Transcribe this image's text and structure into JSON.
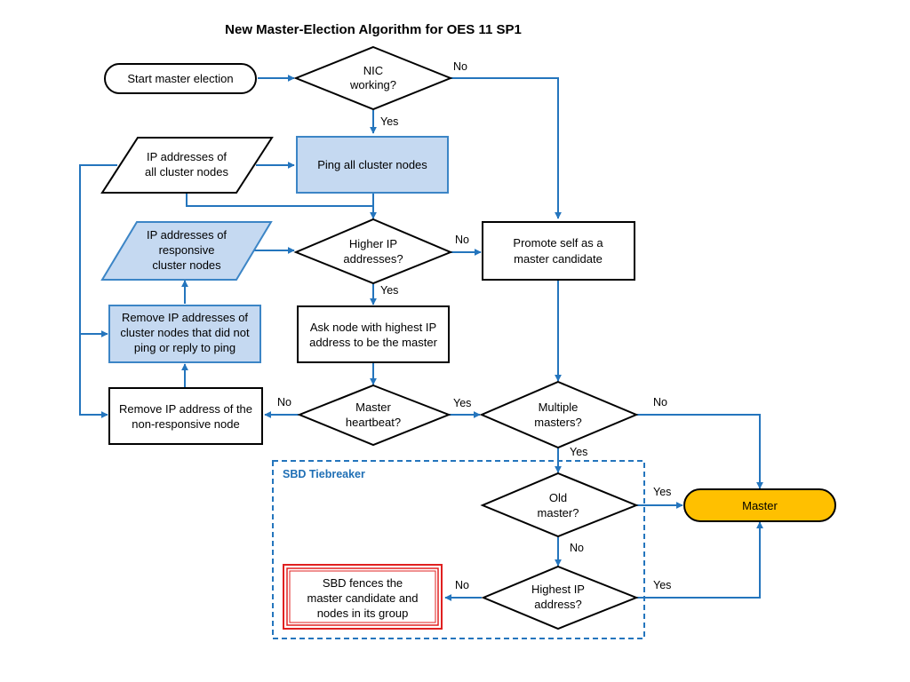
{
  "title": "New Master-Election Algorithm for OES 11 SP1",
  "nodes": {
    "start": [
      "Start master election"
    ],
    "nic": [
      "NIC",
      "working?"
    ],
    "ip_all": [
      "IP addresses of",
      "all cluster nodes"
    ],
    "ping": [
      "Ping all cluster nodes"
    ],
    "ip_resp": [
      "IP addresses of",
      "responsive",
      "cluster nodes"
    ],
    "higher_ip": [
      "Higher IP",
      "addresses?"
    ],
    "promote": [
      "Promote self as a",
      "master candidate"
    ],
    "remove_ping": [
      "Remove IP addresses of",
      "cluster nodes that did not",
      "ping or reply to ping"
    ],
    "ask": [
      "Ask node with highest IP",
      "address to be the master"
    ],
    "remove_non": [
      "Remove IP address of the",
      "non-responsive node"
    ],
    "heartbeat": [
      "Master",
      "heartbeat?"
    ],
    "multiple": [
      "Multiple",
      "masters?"
    ],
    "old": [
      "Old",
      "master?"
    ],
    "master": [
      "Master"
    ],
    "highest": [
      "Highest IP",
      "address?"
    ],
    "sbd": [
      "SBD fences the",
      "master candidate and",
      "nodes in its group"
    ]
  },
  "group": {
    "label": "SBD Tiebreaker"
  },
  "edges": {
    "nic_no": "No",
    "nic_yes": "Yes",
    "higher_no": "No",
    "higher_yes": "Yes",
    "hb_no": "No",
    "hb_yes": "Yes",
    "multi_no": "No",
    "multi_yes": "Yes",
    "old_yes": "Yes",
    "old_no": "No",
    "highest_no": "No",
    "highest_yes": "Yes"
  },
  "colors": {
    "connector": "#2475bd",
    "highlight_fill": "#c5d9f1",
    "highlight_stroke": "#3c85c6",
    "master_fill": "#ffc000",
    "fence_stroke": "#e02020",
    "group_border": "#2475bd"
  }
}
